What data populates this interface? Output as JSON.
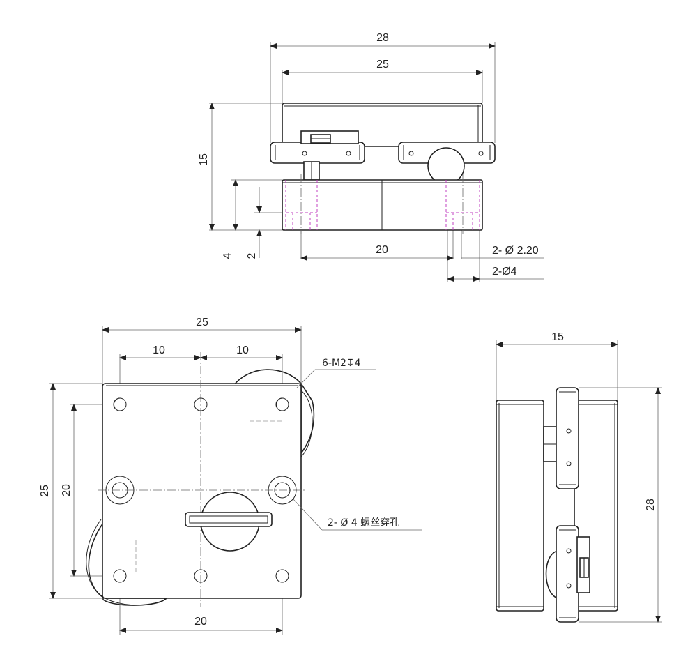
{
  "top_view": {
    "width_28": "28",
    "width_25": "25",
    "height_15": "15",
    "depth_4": "4",
    "depth_2": "2",
    "spacing_20": "20",
    "hole_small": "2- Ø 2.20",
    "hole_large": "2-Ø4"
  },
  "front_view": {
    "width_25": "25",
    "pitch_left_10": "10",
    "pitch_right_10": "10",
    "height_25": "25",
    "pitch_20_vertical": "20",
    "pitch_20_bottom": "20",
    "thread_note": "6-M2↧4",
    "through_hole_note": "2- Ø 4 螺丝穿孔"
  },
  "side_view": {
    "width_15": "15",
    "height_28": "28"
  }
}
